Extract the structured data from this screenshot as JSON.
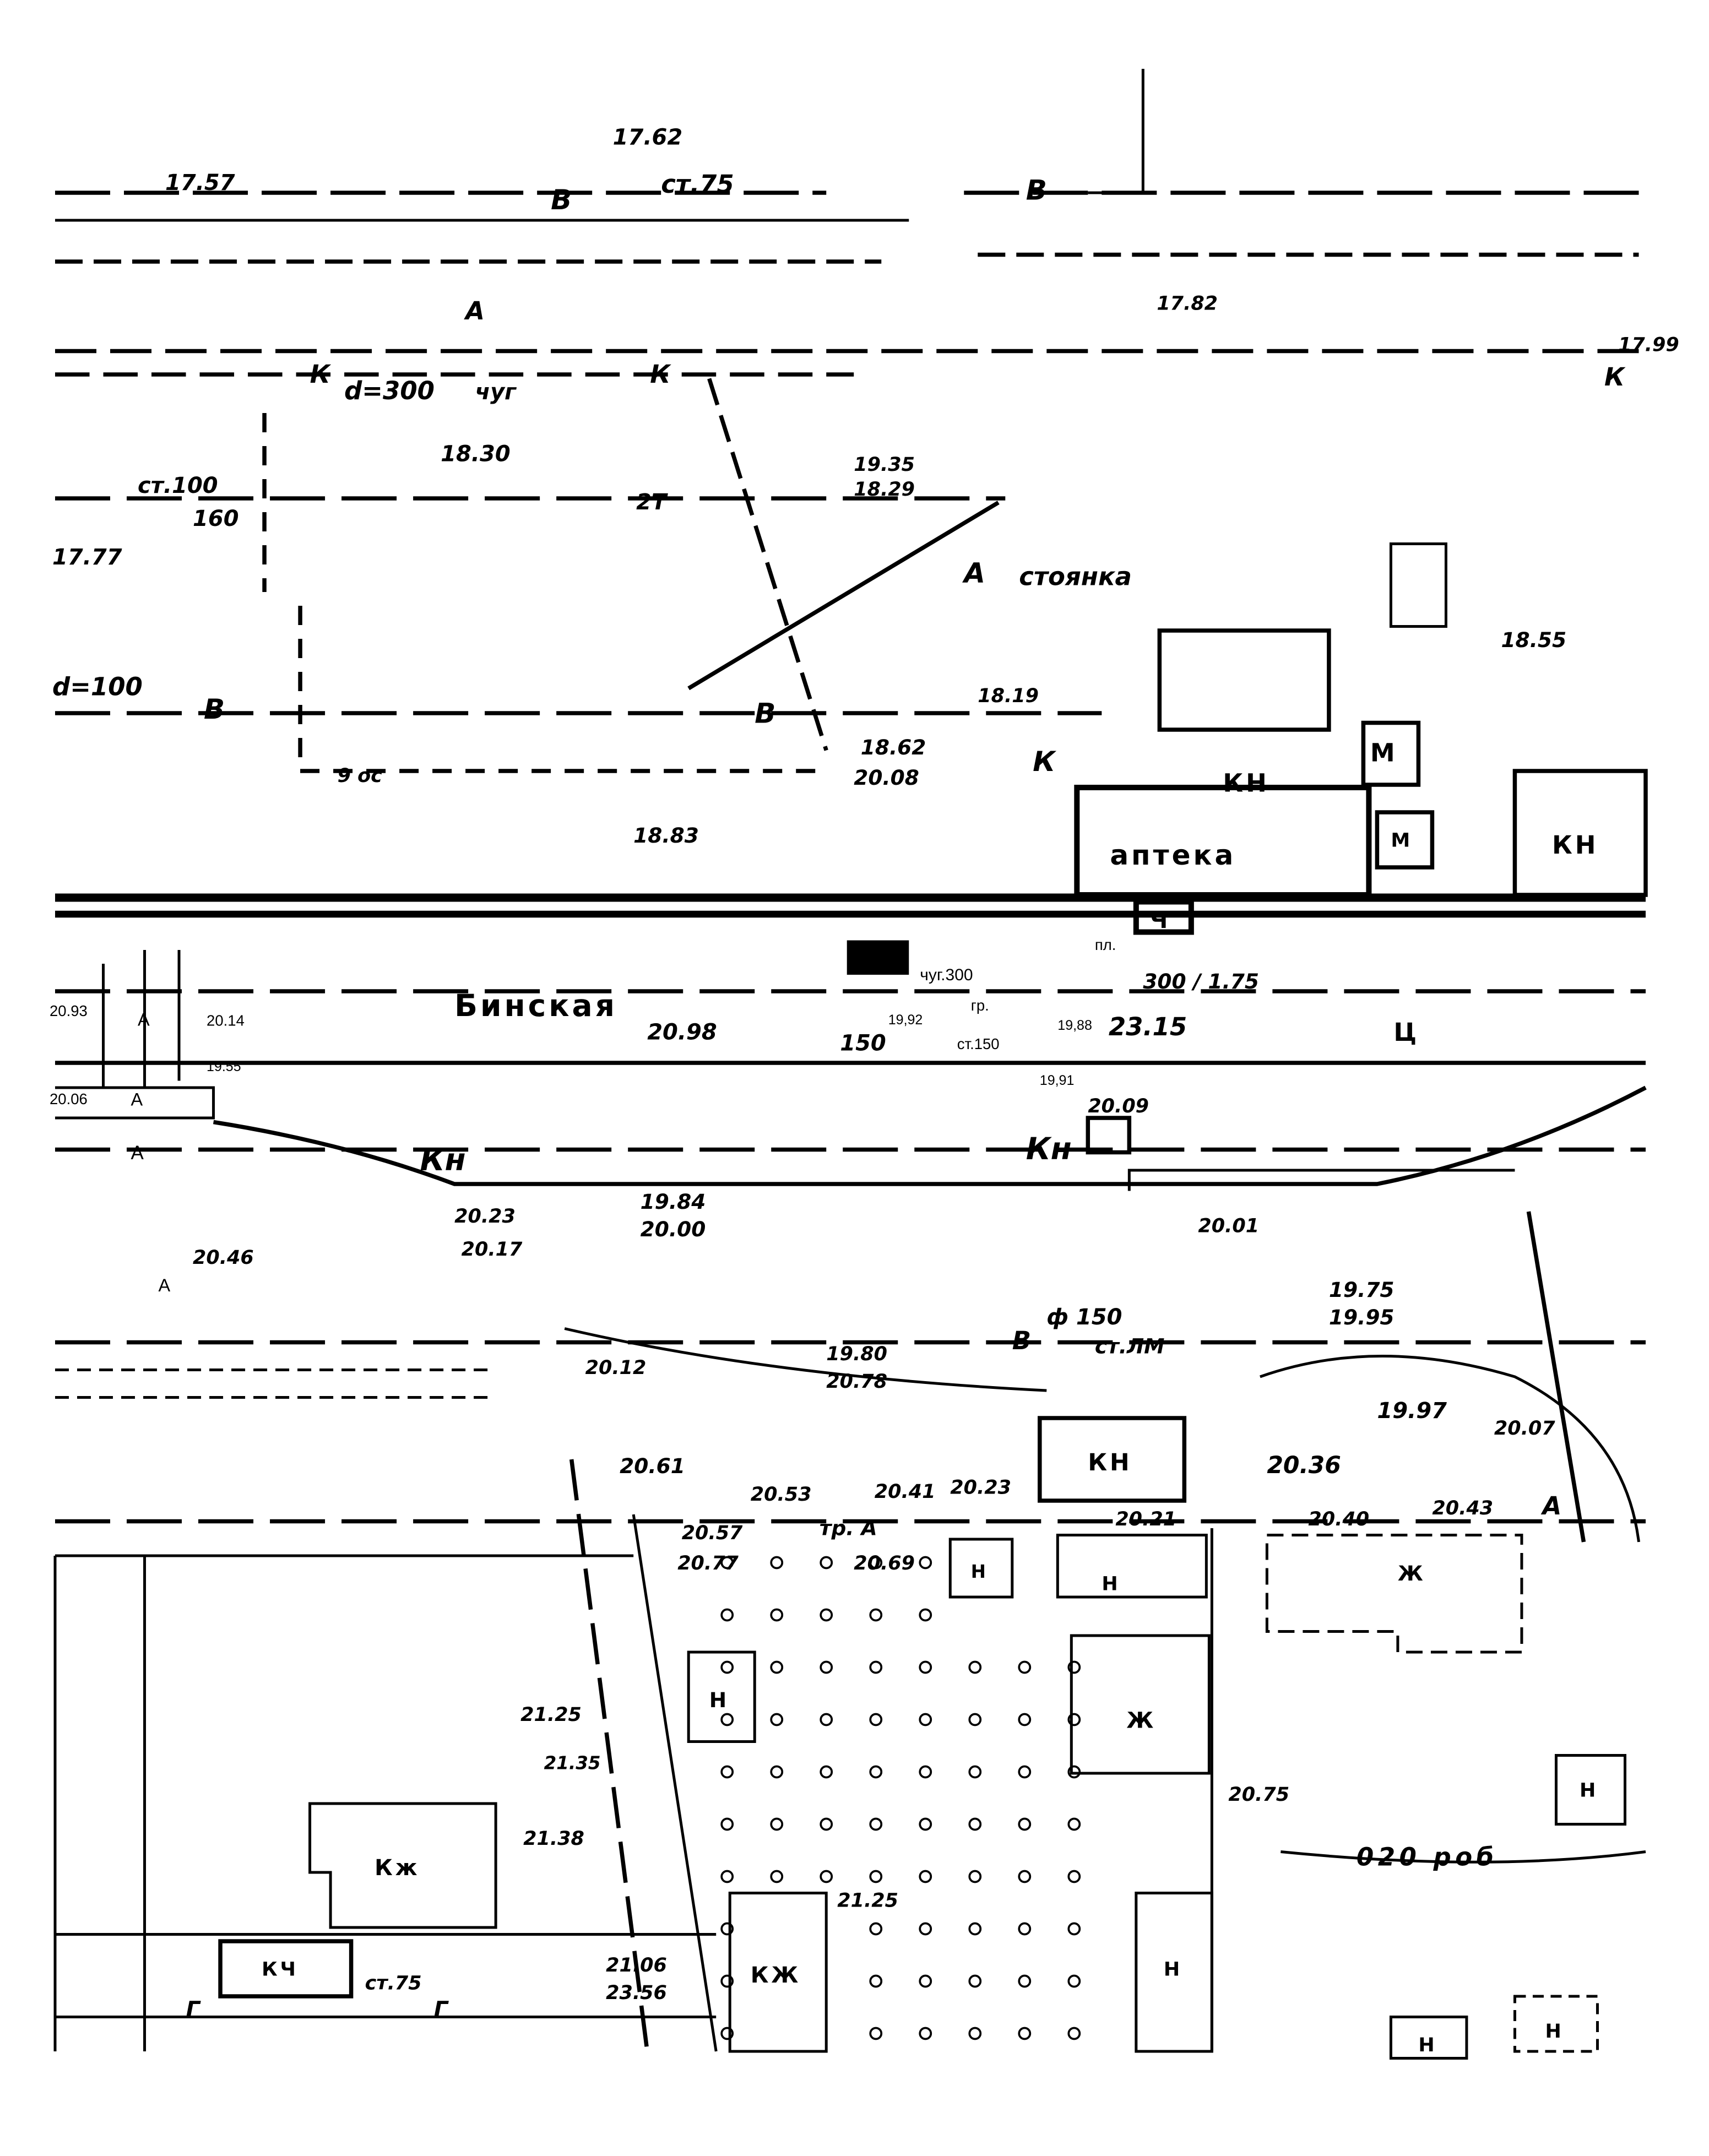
{
  "map": {
    "street_name": "Бинская",
    "buildings": {
      "pharmacy_type": "КН",
      "pharmacy_label": "аптека",
      "kn_right": "КН",
      "kn_south": "КН",
      "m1": "М",
      "m2": "М",
      "ts": "Ц",
      "n1": "Н",
      "n2": "Н",
      "n3": "Н",
      "n4": "Н",
      "n5": "Н",
      "n6": "Н",
      "n7": "Н",
      "zh1": "Ж",
      "zh2": "Ж",
      "kzh1": "Кж",
      "kzh2": "КЖ",
      "kch": "КЧ",
      "ch": "Ч"
    },
    "parking": {
      "prefix": "А",
      "label": "стоянка"
    },
    "pipes": {
      "st75_top": "ст.75",
      "d300": "d=300",
      "chug": "чуг",
      "st100": "ст.100",
      "st100_sub": "160",
      "d100": "d=100",
      "chug300": "чуг.300",
      "pl": "пл.",
      "p300": "300 / 1.75",
      "gr": "гр.",
      "n150": "150",
      "st150": "ст.150",
      "f150": "ф 150",
      "st_lm": "ст.ЛМ",
      "tr_a": "тр. А",
      "st75_bottom": "ст.75",
      "code_2t": "2Т",
      "code_9os": "9 ос",
      "code_020": "020 роб"
    },
    "letters": {
      "v1": "В",
      "v2": "В",
      "v3": "В",
      "v4": "В",
      "v5": "В",
      "a1": "А",
      "a2": "А",
      "a3": "А",
      "a4": "А",
      "a5": "А",
      "a6": "А",
      "k1": "К",
      "k2": "К",
      "k3": "К",
      "k4": "К",
      "kn1": "Кн",
      "kn2": "Кн",
      "g1": "Г",
      "g2": "Г"
    },
    "elevations": [
      "17.57",
      "17.62",
      "18.30",
      "17.77",
      "18.62",
      "20.08",
      "18.83",
      "18.19",
      "18.55",
      "20.98",
      "19,92",
      "19,88",
      "23.15",
      "19,91",
      "20.09",
      "19.84",
      "20.00",
      "20.23",
      "20.17",
      "20.46",
      "20.01",
      "19.75",
      "19.95",
      "20.12",
      "19.80",
      "20.78",
      "20.61",
      "20.53",
      "20.41",
      "20.23",
      "20.21",
      "20.36",
      "19.97",
      "20.07",
      "20.43",
      "20.40",
      "20.57",
      "20.77",
      "20.69",
      "21.25",
      "20.75",
      "21.38",
      "21.25",
      "21.06",
      "23.56",
      "20.14",
      "19.55",
      "20.06",
      "20.93",
      "17.99",
      "17.82",
      "18.29",
      "19.35",
      "21.35"
    ]
  }
}
